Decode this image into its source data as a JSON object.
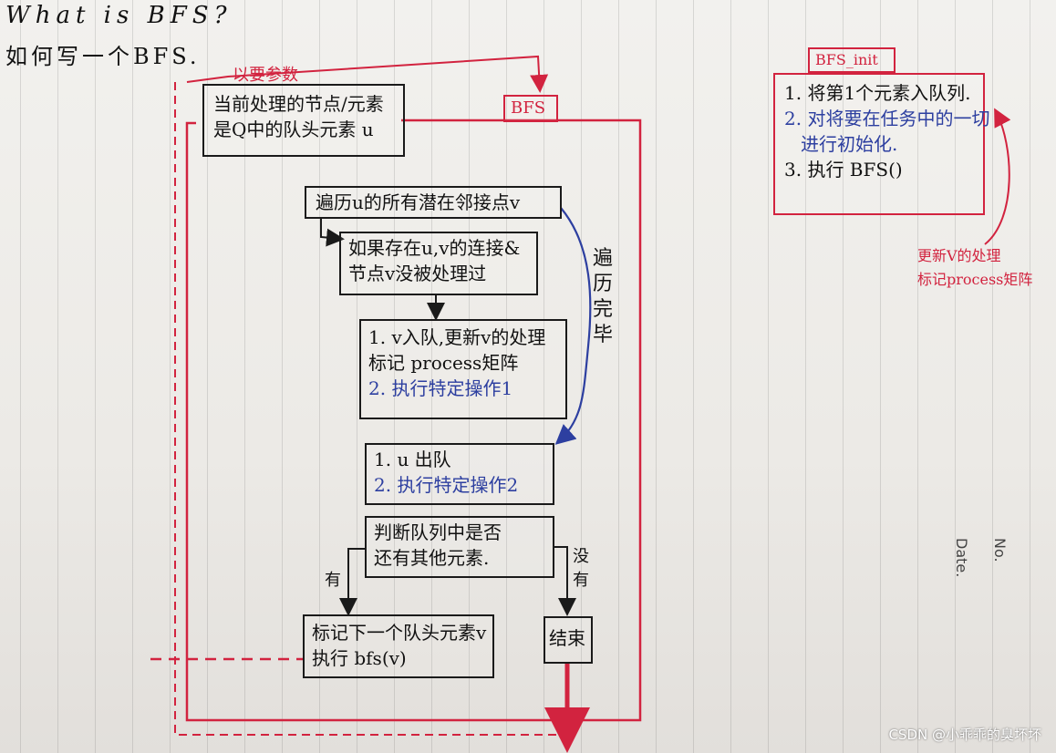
{
  "header": {
    "line1": "What is BFS?",
    "line2": "如何写一个BFS."
  },
  "param_label": "以要参数",
  "bfs_label": "BFS",
  "init_label": "BFS_init",
  "init_steps": [
    {
      "text": "1. 将第1个元素入队列.",
      "color": "#111111"
    },
    {
      "text": "2. 对将要在任务中的一切",
      "color": "#2d3fa0"
    },
    {
      "text": "进行初始化.",
      "color": "#2d3fa0"
    },
    {
      "text": "3. 执行 BFS()",
      "color": "#111111"
    }
  ],
  "right_note": [
    "更新V的处理",
    "标记process矩阵"
  ],
  "param_box": [
    "当前处理的节点/元素",
    "是Q中的队头元素 u"
  ],
  "traverse_box": "遍历u的所有潜在邻接点v",
  "condition_box": [
    "如果存在u,v的连接&",
    "节点v没被处理过"
  ],
  "enqueue_box": [
    {
      "text": "1. v入队,更新v的处理",
      "color": "#111111"
    },
    {
      "text": "标记 process矩阵",
      "color": "#111111"
    },
    {
      "text": "2. 执行特定操作1",
      "color": "#2d3fa0"
    }
  ],
  "vertical_note": "遍历完毕",
  "dequeue_box": [
    {
      "text": "1. u 出队",
      "color": "#111111"
    },
    {
      "text": "2. 执行特定操作2",
      "color": "#2d3fa0"
    }
  ],
  "judge_box": [
    "判断队列中是否",
    "还有其他元素."
  ],
  "yes_label": "有",
  "no_label": "没有",
  "next_box": [
    "标记下一个队头元素v",
    "执行 bfs(v)"
  ],
  "end_box": "结束",
  "side_labels": {
    "no": "No.",
    "date": "Date."
  },
  "watermark": "CSDN @小乖乖的臭坏坏"
}
